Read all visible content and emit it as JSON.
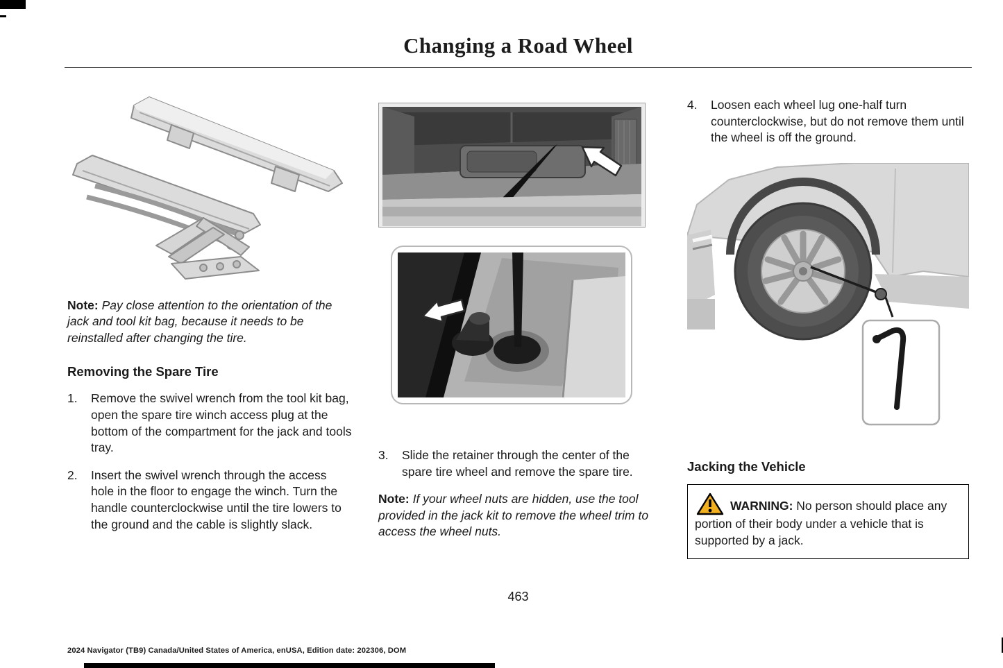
{
  "header": {
    "title": "Changing a Road Wheel"
  },
  "left": {
    "note_label": "Note:",
    "note_text": "Pay close attention to the orientation of the jack and tool kit bag, because it needs to be reinstalled after changing the tire.",
    "heading": "Removing the Spare Tire",
    "steps": [
      {
        "num": "1.",
        "text": "Remove the swivel wrench from the tool kit bag, open the spare tire winch access plug at the bottom of the compartment for the jack and tools tray."
      },
      {
        "num": "2.",
        "text": "Insert the swivel wrench through the access hole in the floor to engage the winch. Turn the handle counterclockwise until the tire lowers to the ground and the cable is slightly slack."
      }
    ]
  },
  "middle": {
    "steps": [
      {
        "num": "3.",
        "text": "Slide the retainer through the center of the spare tire wheel and remove the spare tire."
      }
    ],
    "note_label": "Note:",
    "note_text": "If your wheel nuts are hidden, use the tool provided in the jack kit to remove the wheel trim to access the wheel nuts."
  },
  "right": {
    "steps": [
      {
        "num": "4.",
        "text": "Loosen each wheel lug one-half turn counterclockwise, but do not remove them until the wheel is off the ground."
      }
    ],
    "heading": "Jacking the Vehicle",
    "warning_label": "WARNING:",
    "warning_text": "No person should place any portion of their body under a vehicle that is supported by a jack."
  },
  "footer": {
    "page_number": "463",
    "edition_line": "2024 Navigator (TB9) Canada/United States of America, enUSA, Edition date: 202306, DOM"
  },
  "icons": {
    "warning_icon": "warning-triangle",
    "arrow_icon": "block-arrow"
  },
  "colors": {
    "warning_yellow": "#f2b01e",
    "text": "#1a1a1a"
  }
}
